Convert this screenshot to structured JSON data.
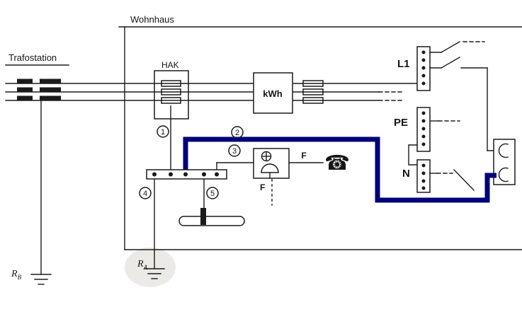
{
  "diagram": {
    "region_labels": {
      "trafostation": "Trafostation",
      "wohnhaus": "Wohnhaus"
    },
    "component_labels": {
      "hak": "HAK",
      "kwh_meter": "kWh",
      "l1_bus": "L1",
      "pe_bus": "PE",
      "n_bus": "N",
      "fuse_f_line": "F",
      "fuse_f_down": "F"
    },
    "earth_labels": {
      "rb_symbol": "R",
      "rb_sub": "B",
      "ra_symbol": "R",
      "ra_sub": "A"
    },
    "markers": {
      "m1": "1",
      "m2": "2",
      "m3": "3",
      "m4": "4",
      "m5": "5"
    },
    "icons": {
      "telephone": "☎"
    },
    "colors": {
      "line": "#1b1b1b",
      "highlight": "#000078",
      "paper": "#ffffff"
    }
  }
}
